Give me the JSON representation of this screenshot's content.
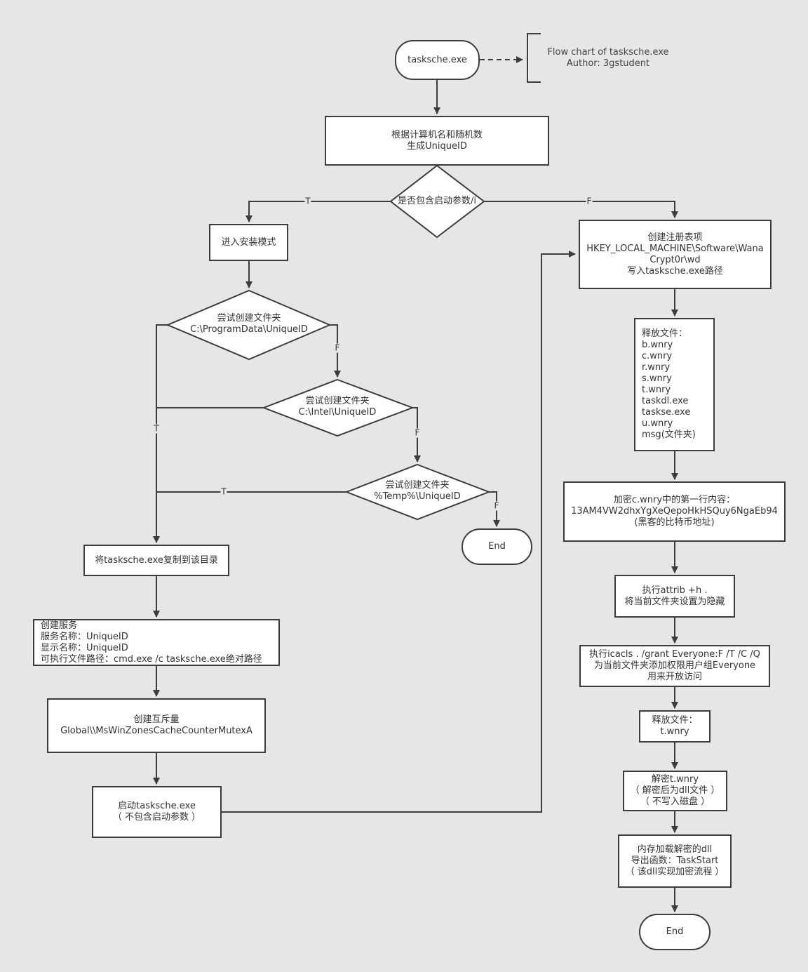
{
  "note": {
    "lines": [
      "Flow chart of tasksche.exe",
      "Author: 3gstudent"
    ]
  },
  "start": "tasksche.exe",
  "gen_id": [
    "根据计算机名和随机数",
    "生成UniqueID"
  ],
  "decision_param": "是否包含启动参数/i",
  "install_mode": "进入安装模式",
  "try1": [
    "尝试创建文件夹",
    "C:\\ProgramData\\UniqueID"
  ],
  "try2": [
    "尝试创建文件夹",
    "C:\\Intel\\UniqueID"
  ],
  "try3": [
    "尝试创建文件夹",
    "%Temp%\\UniqueID"
  ],
  "end_left": "End",
  "copy_exe": "将tasksche.exe复制到该目录",
  "create_service": [
    "创建服务",
    "服务名称：UniqueID",
    "显示名称：UniqueID",
    "可执行文件路径：cmd.exe /c tasksche.exe绝对路径"
  ],
  "create_mutex": [
    "创建互斥量",
    "Global\\\\MsWinZonesCacheCounterMutexA"
  ],
  "start_exe": [
    "启动tasksche.exe",
    "（ 不包含启动参数 ）"
  ],
  "registry": [
    "创建注册表项",
    "HKEY_LOCAL_MACHINE\\Software\\Wana",
    "Crypt0r\\wd",
    "写入tasksche.exe路径"
  ],
  "release_files": [
    "释放文件：",
    "b.wnry",
    "c.wnry",
    "r.wnry",
    "s.wnry",
    "t.wnry",
    "taskdl.exe",
    "taskse.exe",
    "u.wnry",
    "msg(文件夹)"
  ],
  "encrypt_c": [
    "加密c.wnry中的第一行内容：",
    "13AM4VW2dhxYgXeQepoHkHSQuy6NgaEb94",
    "(黑客的比特币地址)"
  ],
  "attrib": [
    "执行attrib +h .",
    "将当前文件夹设置为隐藏"
  ],
  "icacls": [
    "执行icacls . /grant Everyone:F /T /C /Q",
    "为当前文件夹添加权限用户组Everyone",
    "用来开放访问"
  ],
  "release_t": [
    "释放文件：",
    "t.wnry"
  ],
  "decrypt_t": [
    "解密t.wnry",
    "（ 解密后为dll文件 ）",
    "（ 不写入磁盘 ）"
  ],
  "load_dll": [
    "内存加载解密的dll",
    "导出函数：TaskStart",
    "（ 该dll实现加密流程 ）"
  ],
  "end_right": "End",
  "labels": {
    "true": "T",
    "false": "F"
  },
  "colors": {
    "background": "#e6e6e6",
    "stroke": "#3c3c3c",
    "fill": "#ffffff"
  }
}
